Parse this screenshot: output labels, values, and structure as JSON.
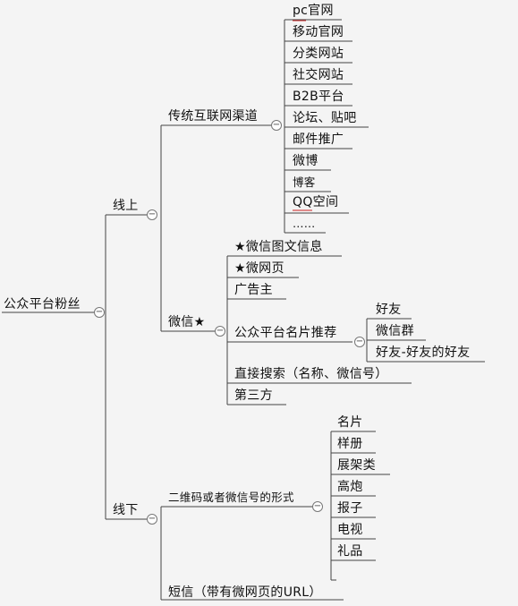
{
  "mindmap": {
    "root": "公众平台粉丝",
    "online": {
      "label": "线上",
      "traditional": {
        "label": "传统互联网渠道",
        "items": [
          "pc官网",
          "移动官网",
          "分类网站",
          "社交网站",
          "B2B平台",
          "论坛、贴吧",
          "邮件推广",
          "微博",
          "博客",
          "QQ空间",
          "……"
        ]
      },
      "wechat": {
        "label": "微信★",
        "items": [
          "★微信图文信息",
          "★微网页",
          "广告主",
          "公众平台名片推荐",
          "直接搜索（名称、微信号）",
          "第三方"
        ],
        "card_children": [
          "好友",
          "微信群",
          "好友-好友的好友"
        ]
      }
    },
    "offline": {
      "label": "线下",
      "qrcode": {
        "label": "二维码或者微信号的形式",
        "items": [
          "名片",
          "样册",
          "展架类",
          "高炮",
          "报子",
          "电视",
          "礼品"
        ]
      },
      "sms": {
        "label": "短信（带有微网页的URL）"
      }
    },
    "collapse_symbol": "−"
  },
  "colors": {
    "line": "#444444",
    "text": "#111111",
    "background": "#f4f4f4",
    "underline_accent": "#cc2222"
  }
}
